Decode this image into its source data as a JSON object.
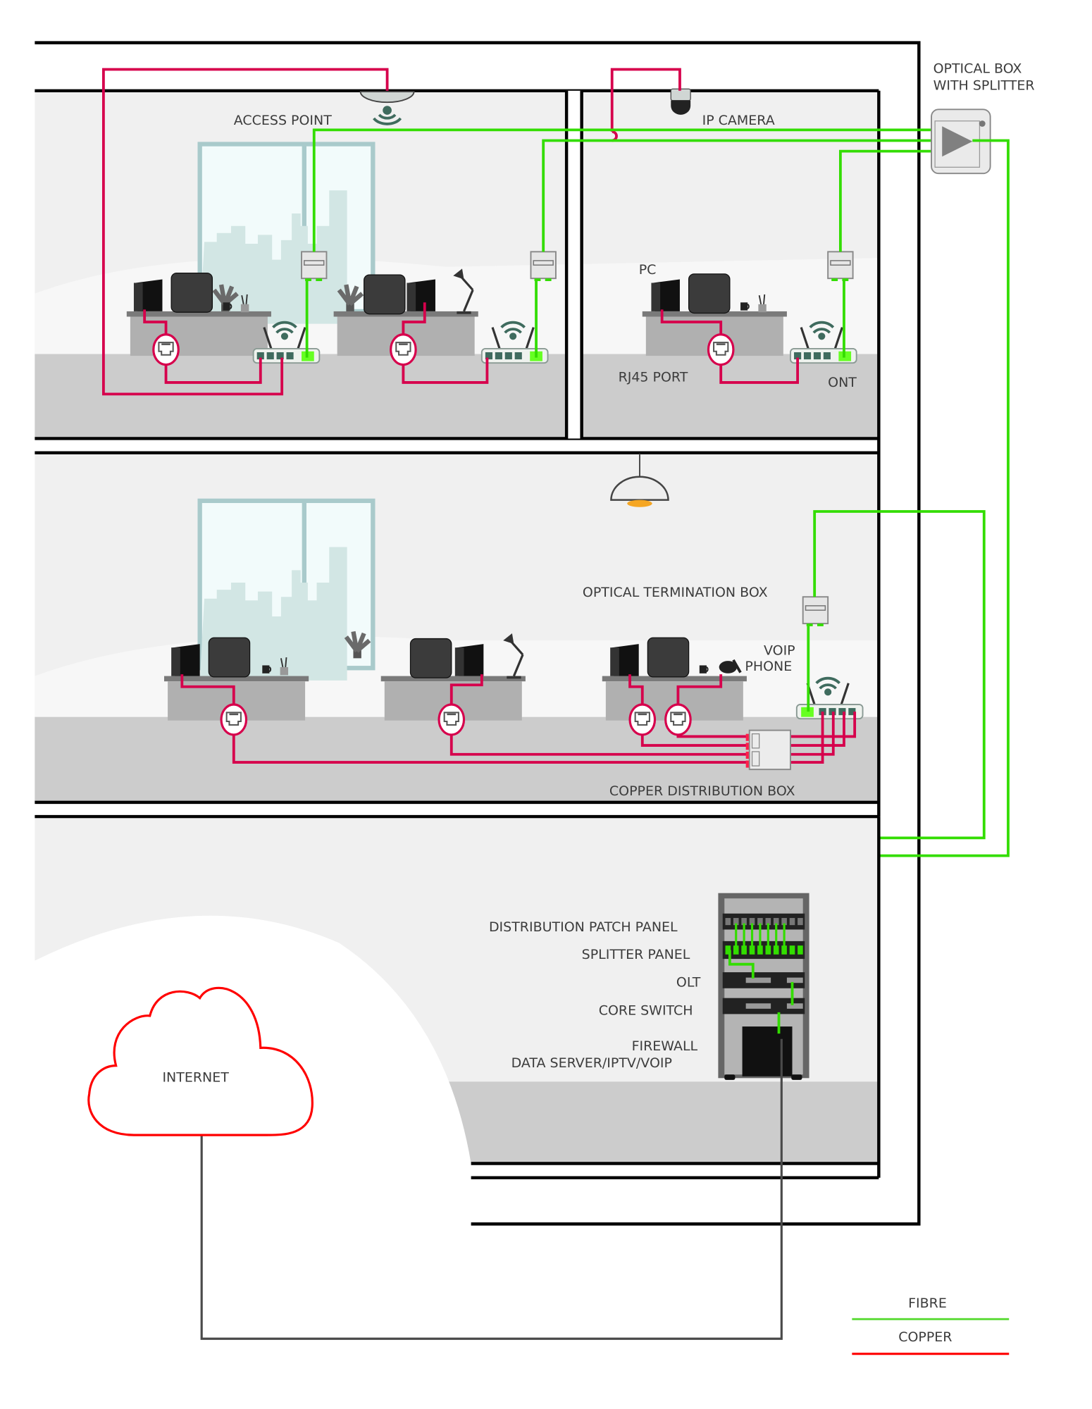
{
  "title": "FTTH office building network diagram",
  "colors": {
    "fibre": "#33dd00",
    "copper": "#d6004c",
    "legend_fibre": "#66dd44",
    "legend_copper": "#ff0000",
    "cloud": "#ff0000",
    "room_bg": "#f0f0f0",
    "floor": "#cccccc",
    "uplink": "#4a4a4a"
  },
  "labels": {
    "optical_box_line1": "OPTICAL BOX",
    "optical_box_line2": "WITH SPLITTER",
    "access_point": "ACCESS POINT",
    "ip_camera": "IP CAMERA",
    "pc": "PC",
    "rj45_port": "RJ45 PORT",
    "ont": "ONT",
    "optical_termination_box": "OPTICAL TERMINATION BOX",
    "voip_line1": "VOIP",
    "voip_line2": "PHONE",
    "copper_distribution_box": "COPPER DISTRIBUTION BOX",
    "distribution_patch_panel": "DISTRIBUTION PATCH PANEL",
    "splitter_panel": "SPLITTER PANEL",
    "olt": "OLT",
    "core_switch": "CORE SWITCH",
    "firewall": "FIREWALL",
    "data_server": "DATA SERVER/IPTV/VOIP",
    "internet": "INTERNET"
  },
  "legend": [
    {
      "label": "FIBRE",
      "color": "#66dd44"
    },
    {
      "label": "COPPER",
      "color": "#ff0000"
    }
  ],
  "icons": {
    "access_point": "wifi-signal-icon",
    "ip_camera": "dome-camera-icon",
    "optical_box": "splitter-triangle-icon",
    "ont": "router-icon",
    "rj45": "ethernet-port-icon",
    "lamp": "pendant-lamp-icon",
    "cloud": "cloud-icon",
    "rack": "server-rack-icon"
  }
}
